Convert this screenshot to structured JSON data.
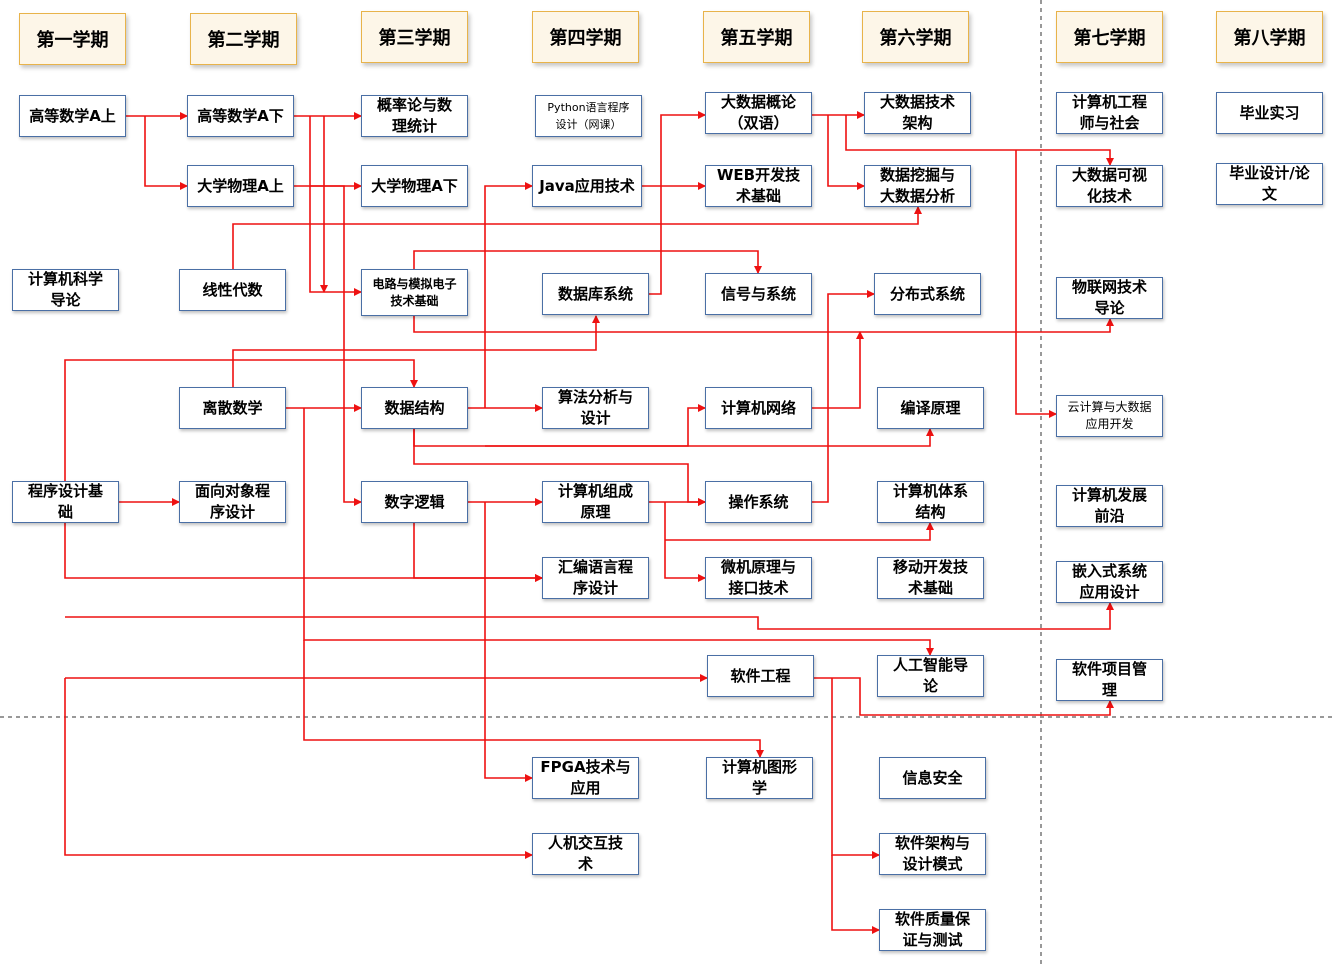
{
  "semesters": [
    "第一学期",
    "第二学期",
    "第三学期",
    "第四学期",
    "第五学期",
    "第六学期",
    "第七学期",
    "第八学期"
  ],
  "courses": {
    "adv_math_a1": "高等数学A上",
    "adv_math_a2": "高等数学A下",
    "prob_stats": "概率论与数\n理统计",
    "python": "Python语言程序\n设计（网课）",
    "bigdata_intro": "大数据概论\n（双语）",
    "bigdata_arch": "大数据技术\n架构",
    "eng_society": "计算机工程\n师与社会",
    "internship": "毕业实习",
    "physics_a1": "大学物理A上",
    "physics_a2": "大学物理A下",
    "java": "Java应用技术",
    "web": "WEB开发技\n术基础",
    "data_mining": "数据挖掘与\n大数据分析",
    "visualization": "大数据可视\n化技术",
    "thesis": "毕业设计/论\n文",
    "cs_intro": "计算机科学\n导论",
    "linear_algebra": "线性代数",
    "circuits": "电路与模拟电子\n技术基础",
    "database": "数据库系统",
    "signals": "信号与系统",
    "distributed": "分布式系统",
    "iot": "物联网技术\n导论",
    "discrete_math": "离散数学",
    "data_structures": "数据结构",
    "algorithms": "算法分析与\n设计",
    "networks": "计算机网络",
    "compilers": "编译原理",
    "cloud": "云计算与大数据\n应用开发",
    "programming_basics": "程序设计基\n础",
    "oop": "面向对象程\n序设计",
    "digital_logic": "数字逻辑",
    "organization": "计算机组成\n原理",
    "os": "操作系统",
    "architecture": "计算机体系\n结构",
    "frontier": "计算机发展\n前沿",
    "assembly": "汇编语言程\n序设计",
    "microcomputer": "微机原理与\n接口技术",
    "mobile": "移动开发技\n术基础",
    "embedded": "嵌入式系统\n应用设计",
    "software_eng": "软件工程",
    "ai_intro": "人工智能导\n论",
    "project_mgmt": "软件项目管\n理",
    "fpga": "FPGA技术与\n应用",
    "graphics": "计算机图形\n学",
    "security": "信息安全",
    "hci": "人机交互技\n术",
    "sw_architecture": "软件架构与\n设计模式",
    "sw_quality": "软件质量保\n证与测试"
  },
  "colors": {
    "arrow": "#ee1111",
    "semester_fill": "#fdf6e8",
    "semester_border": "#e8b34a",
    "course_border": "#4a6fa5",
    "divider": "#333333"
  }
}
